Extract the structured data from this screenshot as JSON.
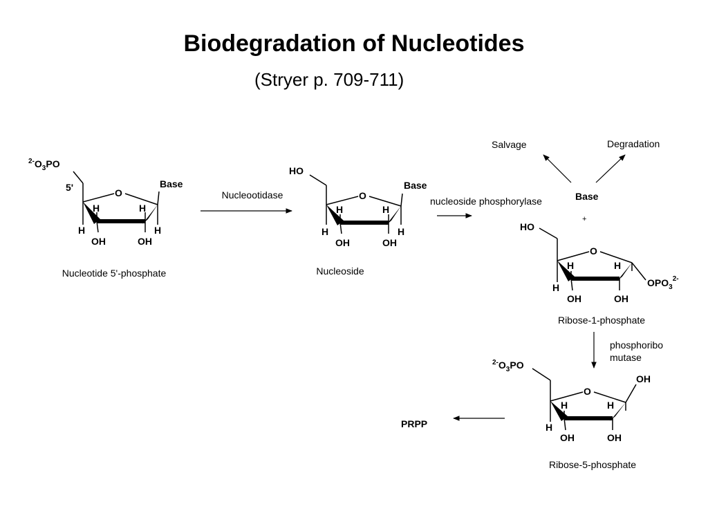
{
  "title": "Biodegradation of Nucleotides",
  "subtitle": "(Stryer p. 709-711)",
  "atoms": {
    "O": "O",
    "H": "H",
    "OH": "OH",
    "HO": "HO",
    "Base": "Base",
    "five_prime": "5'",
    "phosphate_charge": "2-",
    "phosphate_O": "O",
    "phosphate_3": "3",
    "phosphate_PO": "PO",
    "opo_OPO": "OPO",
    "opo_3": "3",
    "opo_charge": "2-",
    "plus": "+"
  },
  "molecules": {
    "nucleotide": "Nucleotide 5'-phosphate",
    "nucleoside": "Nucleoside",
    "ribose1p": "Ribose-1-phosphate",
    "ribose5p": "Ribose-5-phosphate",
    "base": "Base",
    "prpp": "PRPP",
    "salvage": "Salvage",
    "degradation": "Degradation"
  },
  "enzymes": {
    "nucleotidase": "Nucleootidase",
    "phosphorylase": "nucleoside phosphorylase",
    "mutase_line1": "phosphoribo",
    "mutase_line2": "mutase"
  }
}
